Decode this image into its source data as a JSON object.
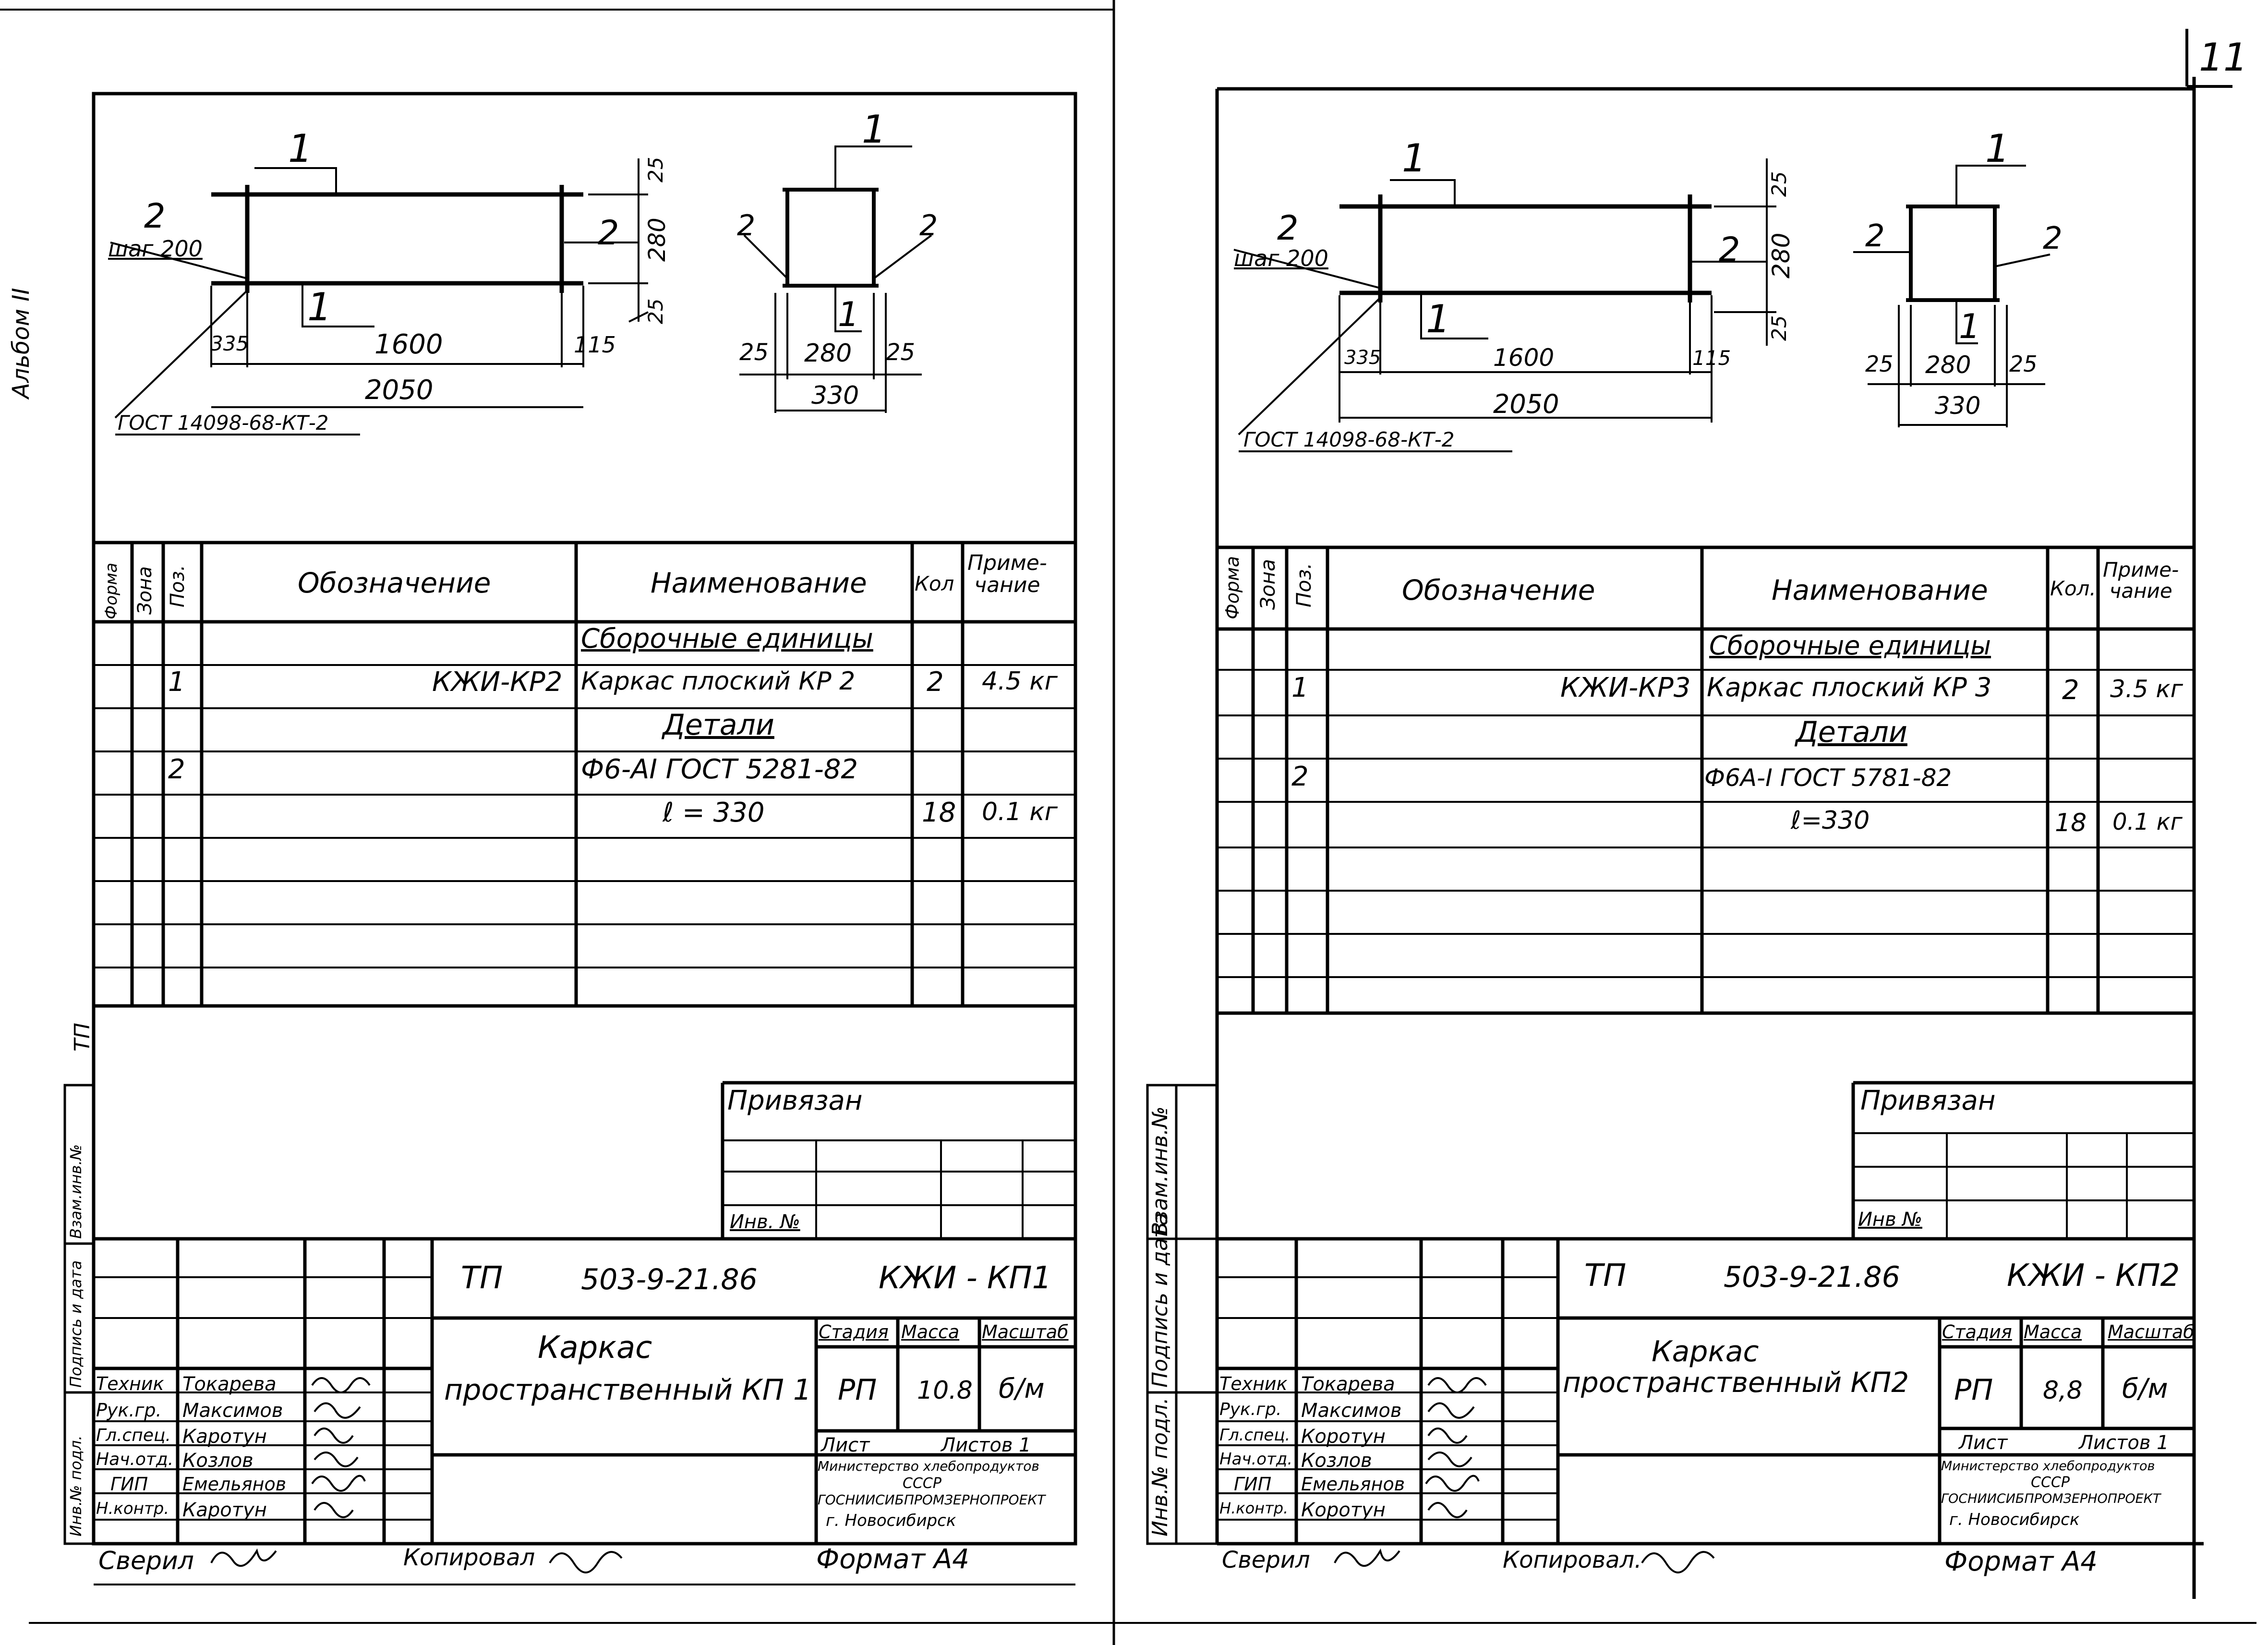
{
  "page_number": "11",
  "left_margin": {
    "album": "Альбом II",
    "code": "ТП"
  },
  "side_stamp": {
    "left": [
      "Инв.№ подл.",
      "Подпись и дата",
      "Взам.инв.№"
    ],
    "right": [
      "Инв.№ подл.",
      "Подпись и дата",
      "Взам.инв.№"
    ]
  },
  "spec_headers": {
    "forma": "Форма",
    "zona": "Зона",
    "poz": "Поз.",
    "oboznachenie": "Обозначение",
    "naimenovanie": "Наименование",
    "kol": "Кол",
    "kol_right": "Кол.",
    "primechanie": "Приме-\nчание"
  },
  "left": {
    "drawing": {
      "d_top": "25",
      "d_mid": "280",
      "d_bot": "25",
      "d_335": "335",
      "d_1600": "1600",
      "d_115": "115",
      "d_2050": "2050",
      "d_25a": "25",
      "d_280b": "280",
      "d_25b": "25",
      "d_330": "330",
      "pos1": "1",
      "pos2": "2",
      "step": "шаг 200",
      "gost": "ГОСТ 14098-68-КТ-2"
    },
    "spec": {
      "rows": [
        {
          "poz": "",
          "ob": "",
          "naim": "Сборочные единицы",
          "kol": "",
          "prim": "",
          "underline": true,
          "center": true
        },
        {
          "poz": "1",
          "ob": "КЖИ-КР2",
          "naim": "Каркас плоский КР 2",
          "kol": "2",
          "prim": "4.5 кг"
        },
        {
          "poz": "",
          "ob": "",
          "naim": "Детали",
          "kol": "",
          "prim": "",
          "underline": true,
          "center": true
        },
        {
          "poz": "2",
          "ob": "",
          "naim": "Ф6-АI ГОСТ 5281-82",
          "kol": "",
          "prim": ""
        },
        {
          "poz": "",
          "ob": "",
          "naim": "ℓ = 330",
          "kol": "18",
          "prim": "0.1 кг",
          "center": true
        }
      ]
    },
    "privyazan": "Привязан",
    "inv": "Инв. №",
    "stamp": {
      "tp": "ТП",
      "number": "503-9-21.86",
      "code": "КЖИ - КП1",
      "title": [
        "Каркас",
        "пространственный КП 1"
      ],
      "stage_h": "Стадия",
      "mass_h": "Масса",
      "scale_h": "Масштаб",
      "stage": "РП",
      "mass": "10.8",
      "scale": "б/м",
      "sheet": "Лист",
      "sheets": "Листов 1",
      "org": [
        "Министерство хлебопродуктов",
        "СССР",
        "ГОСНИИСИБПРОМЗЕРНОПРОЕКТ",
        "г. Новосибирск"
      ],
      "roles": [
        {
          "role": "Техник",
          "name": "Токарева"
        },
        {
          "role": "Рук.гр.",
          "name": "Максимов"
        },
        {
          "role": "Гл.спец.",
          "name": "Каротун"
        },
        {
          "role": "Нач.отд.",
          "name": "Козлов"
        },
        {
          "role": "ГИП",
          "name": "Емельянов"
        },
        {
          "role": "Н.контр.",
          "name": "Каротун"
        }
      ]
    },
    "footer": {
      "sveril": "Сверил",
      "kopiroval": "Копировал",
      "format": "Формат А4"
    }
  },
  "right": {
    "drawing": {
      "d_top": "25",
      "d_mid": "280",
      "d_bot": "25",
      "d_335": "335",
      "d_1600": "1600",
      "d_115": "115",
      "d_2050": "2050",
      "d_25a": "25",
      "d_280b": "280",
      "d_25b": "25",
      "d_330": "330",
      "pos1": "1",
      "pos2": "2",
      "step": "шаг 200",
      "gost": "ГОСТ 14098-68-КТ-2"
    },
    "spec": {
      "rows": [
        {
          "poz": "",
          "ob": "",
          "naim": "Сборочные единицы",
          "kol": "",
          "prim": "",
          "underline": true,
          "center": true
        },
        {
          "poz": "1",
          "ob": "КЖИ-КР3",
          "naim": "Каркас плоский КР 3",
          "kol": "2",
          "prim": "3.5 кг"
        },
        {
          "poz": "",
          "ob": "",
          "naim": "Детали",
          "kol": "",
          "prim": "",
          "underline": true,
          "center": true
        },
        {
          "poz": "2",
          "ob": "",
          "naim": "Ф6А-I ГОСТ 5781-82",
          "kol": "",
          "prim": ""
        },
        {
          "poz": "",
          "ob": "",
          "naim": "ℓ=330",
          "kol": "18",
          "prim": "0.1 кг",
          "center": true
        }
      ]
    },
    "privyazan": "Привязан",
    "inv": "Инв №",
    "stamp": {
      "tp": "ТП",
      "number": "503-9-21.86",
      "code": "КЖИ - КП2",
      "title": [
        "Каркас",
        "пространственный КП2"
      ],
      "stage_h": "Стадия",
      "mass_h": "Масса",
      "scale_h": "Масштаб",
      "stage": "РП",
      "mass": "8,8",
      "scale": "б/м",
      "sheet": "Лист",
      "sheets": "Листов 1",
      "org": [
        "Министерство хлебопродуктов",
        "СССР",
        "ГОСНИИСИБПРОМЗЕРНОПРОЕКТ",
        "г. Новосибирск"
      ],
      "roles": [
        {
          "role": "Техник",
          "name": "Токарева"
        },
        {
          "role": "Рук.гр.",
          "name": "Максимов"
        },
        {
          "role": "Гл.спец.",
          "name": "Коротун"
        },
        {
          "role": "Нач.отд.",
          "name": "Козлов"
        },
        {
          "role": "ГИП",
          "name": "Емельянов"
        },
        {
          "role": "Н.контр.",
          "name": "Коротун"
        }
      ]
    },
    "footer": {
      "sveril": "Сверил",
      "kopiroval": "Копировал.",
      "format": "Формат А4"
    }
  }
}
